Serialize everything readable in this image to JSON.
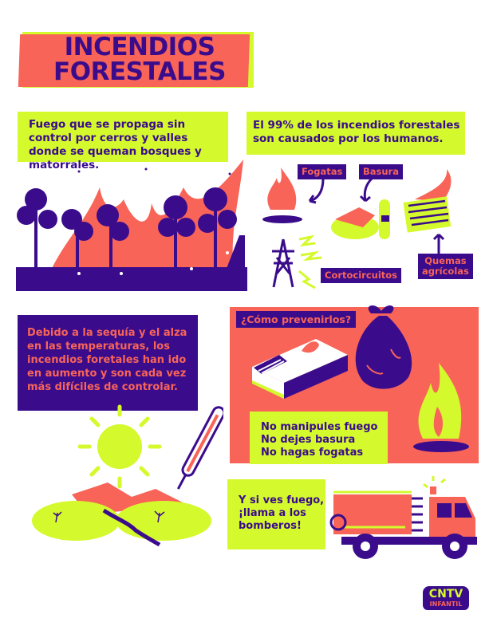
{
  "header": {
    "title_line1": "INCENDIOS",
    "title_line2": "FORESTALES"
  },
  "section_definition": {
    "text": "Fuego que se propaga sin control por cerros y valles donde se queman bosques y matorrales.",
    "illustration": "burning-forest"
  },
  "section_causes": {
    "text": "El 99% de los incendios forestales son causados por los humanos.",
    "labels": {
      "campfires": "Fogatas",
      "trash": "Basura",
      "short_circuits": "Cortocircuitos",
      "agricultural_burning_line1": "Quemas",
      "agricultural_burning_line2": "agrícolas"
    }
  },
  "section_climate": {
    "text": "Debido a la sequía y el alza en las temperaturas, los incendios foretales han ido en aumento y son cada vez más difíciles de controlar."
  },
  "section_prevention": {
    "heading": "¿Cómo prevenirlos?",
    "tips": [
      "No manipules fuego",
      "No dejes basura",
      "No hagas fogatas"
    ]
  },
  "section_call": {
    "line1": "Y si ves fuego,",
    "line2": "¡llama a los",
    "line3": "bomberos!"
  },
  "logo": {
    "line1": "CNTV",
    "line2": "INFANTIL"
  },
  "colors": {
    "purple": "#3a0c8c",
    "coral": "#f86458",
    "lime": "#d4f92c",
    "white": "#ffffff"
  }
}
